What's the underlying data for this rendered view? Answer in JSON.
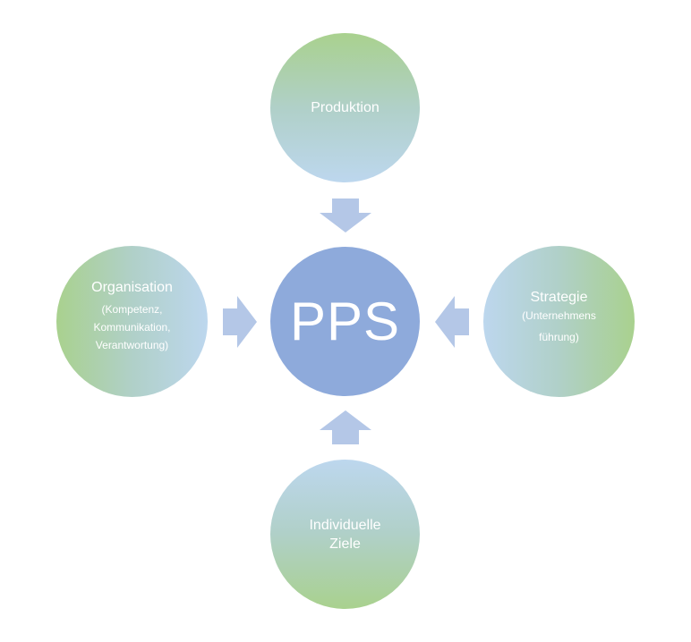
{
  "center": {
    "label": "PPS"
  },
  "top": {
    "label": "Produktion"
  },
  "bottom": {
    "label": "Individuelle Ziele"
  },
  "left": {
    "label": "Organisation",
    "sub_lines": [
      "(Kompetenz,",
      "Kommunikation,",
      "Verantwortung)"
    ]
  },
  "right": {
    "label": "Strategie",
    "sub_lines": [
      "(Unternehmens",
      "führung)"
    ]
  },
  "colors": {
    "center_fill": "#8eaadb",
    "green": "#a9d18e",
    "blue": "#bdd7ee",
    "arrow": "#b4c7e7",
    "text": "#ffffff"
  }
}
